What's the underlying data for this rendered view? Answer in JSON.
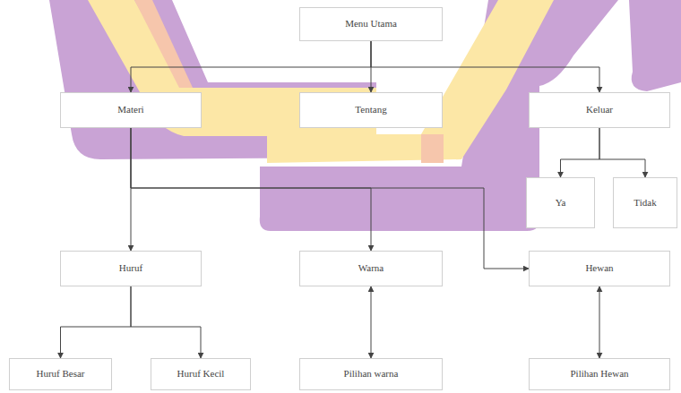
{
  "diagram": {
    "nodes": [
      {
        "text": [
          "Menu Utama"
        ]
      },
      {
        "text": [
          "Materi"
        ]
      },
      {
        "text": [
          "Tentang"
        ]
      },
      {
        "text": [
          "Keluar"
        ]
      },
      {
        "text": [
          "Ya"
        ]
      },
      {
        "text": [
          "Tidak"
        ]
      },
      {
        "text": [
          "Huruf"
        ]
      },
      {
        "text": [
          "Warna"
        ]
      },
      {
        "text": [
          "Hewan"
        ]
      },
      {
        "text": [
          "Huruf Besar"
        ]
      },
      {
        "text": [
          "Huruf Kecil"
        ]
      },
      {
        "text": [
          "Pilihan warna"
        ]
      },
      {
        "text": [
          "Pilihan Hewan"
        ]
      }
    ],
    "edges": [
      {
        "from": 0,
        "to": 1,
        "arrow": "to"
      },
      {
        "from": 0,
        "to": 2,
        "arrow": "to"
      },
      {
        "from": 0,
        "to": 3,
        "arrow": "to"
      },
      {
        "from": 3,
        "to": 4,
        "arrow": "to"
      },
      {
        "from": 3,
        "to": 5,
        "arrow": "to"
      },
      {
        "from": 1,
        "to": 6,
        "arrow": "to"
      },
      {
        "from": 1,
        "to": 7,
        "arrow": "to"
      },
      {
        "from": 1,
        "to": 8,
        "arrow": "to"
      },
      {
        "from": 6,
        "to": 9,
        "arrow": "to"
      },
      {
        "from": 6,
        "to": 10,
        "arrow": "to"
      },
      {
        "from": 7,
        "to": 11,
        "arrow": "both"
      },
      {
        "from": 8,
        "to": 12,
        "arrow": "both"
      }
    ]
  }
}
